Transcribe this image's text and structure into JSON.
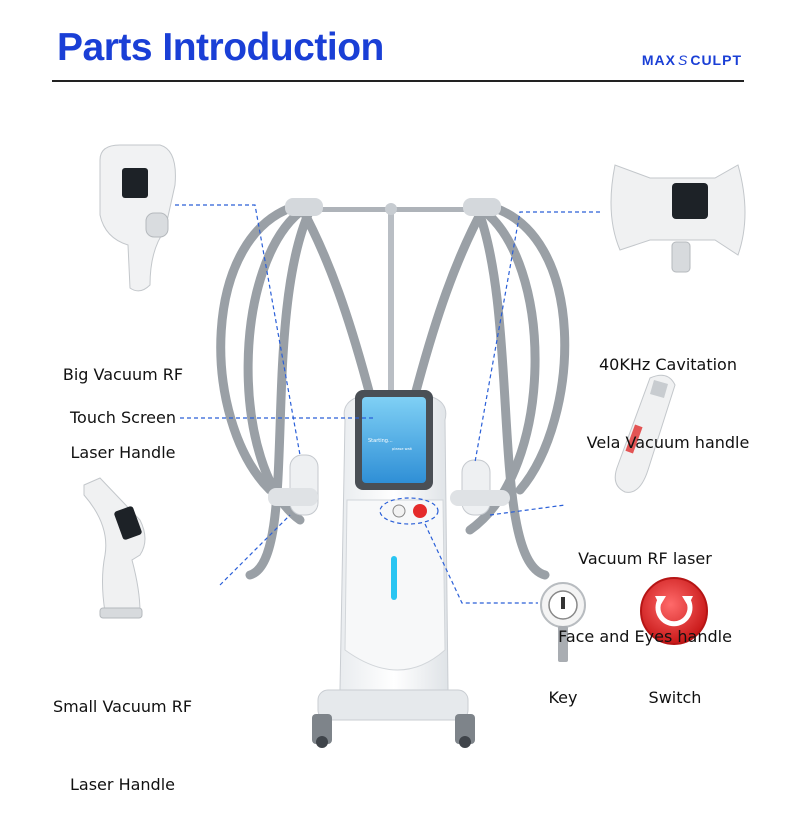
{
  "header": {
    "title": "Parts Introduction",
    "brand_left": "MAX",
    "brand_mid": "S",
    "brand_right": "CULPT",
    "accent_color": "#1a3fd6"
  },
  "labels": {
    "big_vacuum_line1": "Big Vacuum RF",
    "big_vacuum_line2": "Laser Handle",
    "touch_screen": "Touch Screen",
    "small_vacuum_line1": "Small Vacuum RF",
    "small_vacuum_line2": "Laser Handle",
    "cavitation_line1": "40KHz Cavitation",
    "cavitation_line2": "Vela Vacuum handle",
    "face_eyes_line1": "Vacuum RF laser",
    "face_eyes_line2": "Face and Eyes handle",
    "key": "Key",
    "switch": "Switch"
  },
  "screen": {
    "line1": "Starting...",
    "line2": "please wait"
  },
  "colors": {
    "leader_line": "#2a5fd8",
    "screen_blue": "#3fa2e6",
    "switch_red": "#e52b2b",
    "led_cyan": "#29c5f2"
  },
  "icons": [
    "big-vacuum-handle-icon",
    "cavitation-handle-icon",
    "face-eyes-handle-icon",
    "small-vacuum-handle-icon",
    "key-icon",
    "switch-icon",
    "machine-icon"
  ]
}
